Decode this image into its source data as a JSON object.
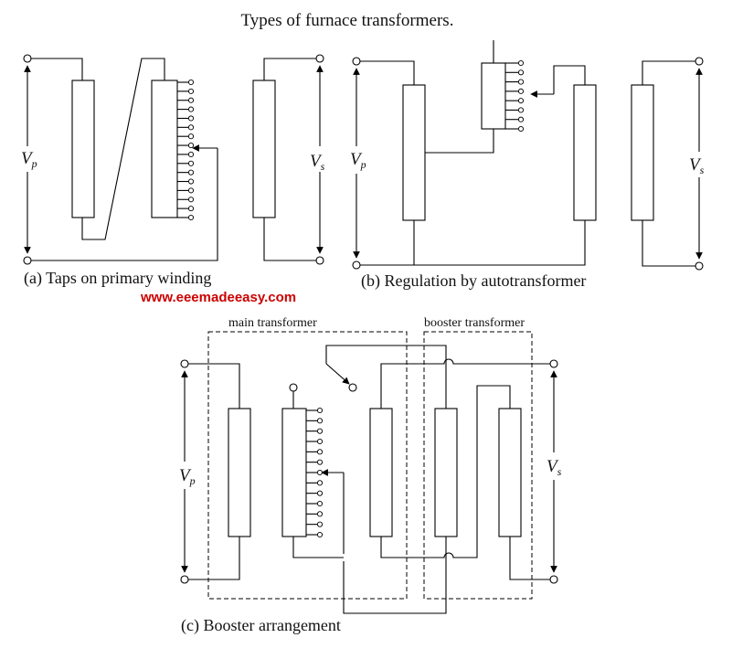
{
  "title": "Types of furnace transformers.",
  "watermark": "www.eeemadeeasy.com",
  "watermark_color": "#cc0000",
  "symbols": {
    "vp_main": "V",
    "vp_sub": "p",
    "vs_main": "V",
    "vs_sub": "s"
  },
  "panel_a": {
    "caption": "(a) Taps on primary winding"
  },
  "panel_b": {
    "caption": "(b) Regulation by autotransformer"
  },
  "panel_c": {
    "caption": "(c) Booster arrangement",
    "main_label": "main transformer",
    "booster_label": "booster transformer"
  }
}
